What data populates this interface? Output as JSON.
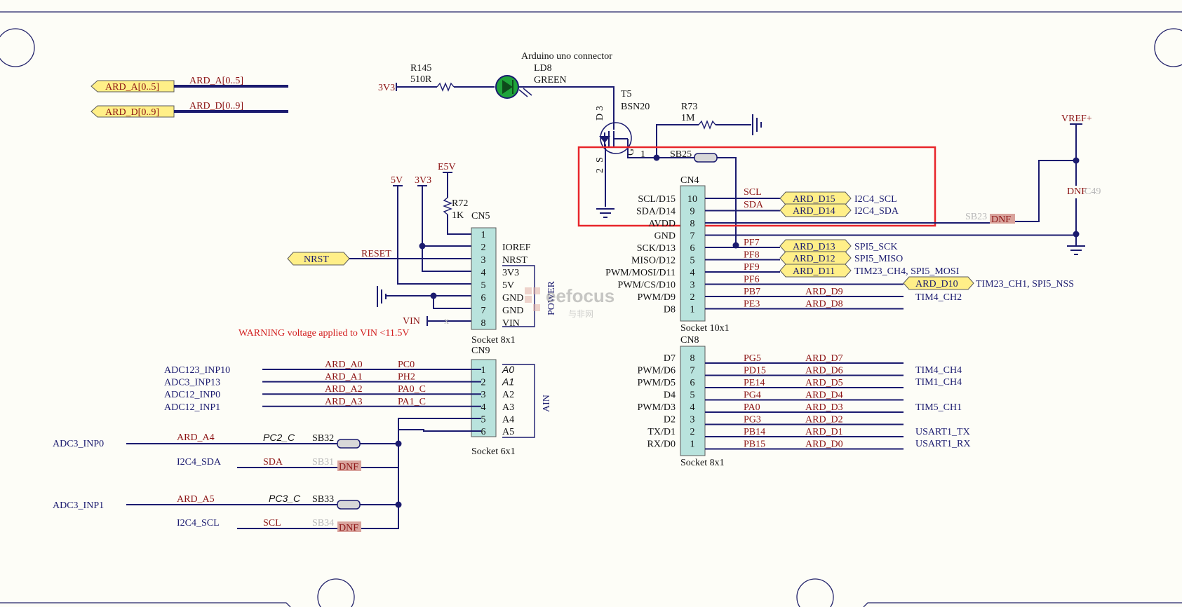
{
  "title": "Arduino uno connector",
  "led": {
    "ref": "LD8",
    "color": "GREEN"
  },
  "r145": {
    "ref": "R145",
    "value": "510R"
  },
  "t5": {
    "ref": "T5",
    "part": "BSN20",
    "pin_d": "D",
    "pin_s": "S",
    "pin_g": "G",
    "n3": "3",
    "n2": "2",
    "n1": "1"
  },
  "r73": {
    "ref": "R73",
    "value": "1M"
  },
  "r72": {
    "ref": "R72",
    "value": "1K"
  },
  "nets": {
    "v3v3": "3V3",
    "v5v": "5V",
    "e5v": "E5V",
    "vin": "VIN",
    "vref": "VREF+",
    "reset": "RESET",
    "scl": "SCL",
    "sda": "SDA",
    "dnf": "DNF",
    "c49": "C49",
    "sb23": "SB23",
    "sb25": "SB25",
    "x": "x"
  },
  "ports": {
    "ard_a": "ARD_A[0..5]",
    "ard_a_net": "ARD_A[0..5]",
    "ard_d": "ARD_D[0..9]",
    "ard_d_net": "ARD_D[0..9]",
    "nrst": "NRST",
    "d15": "ARD_D15",
    "d14": "ARD_D14",
    "d13": "ARD_D13",
    "d12": "ARD_D12",
    "d11": "ARD_D11",
    "d10": "ARD_D10"
  },
  "cn5": {
    "ref": "CN5",
    "desc": "Socket 8x1",
    "group": "POWER",
    "pins": [
      "1",
      "2",
      "3",
      "4",
      "5",
      "6",
      "7",
      "8"
    ],
    "labels": [
      "IOREF",
      "NRST",
      "3V3",
      "5V",
      "GND",
      "GND",
      "VIN"
    ]
  },
  "warning": "WARNING voltage applied to VIN <11.5V",
  "cn9": {
    "ref": "CN9",
    "desc": "Socket 6x1",
    "group": "AIN",
    "pins": [
      "1",
      "2",
      "3",
      "4",
      "5",
      "6"
    ],
    "labels": [
      "A0",
      "A1",
      "A2",
      "A3",
      "A4",
      "A5"
    ],
    "rows": [
      {
        "sig": "ADC123_INP10",
        "net": "ARD_A0",
        "port": "PC0"
      },
      {
        "sig": "ADC3_INP13",
        "net": "ARD_A1",
        "port": "PH2"
      },
      {
        "sig": "ADC12_INP0",
        "net": "ARD_A2",
        "port": "PA0_C"
      },
      {
        "sig": "ADC12_INP1",
        "net": "ARD_A3",
        "port": "PA1_C"
      }
    ]
  },
  "analog_jumpers": [
    {
      "sig": "ADC3_INP0",
      "net": "ARD_A4",
      "pin": "PC2_C",
      "sb": "SB32"
    },
    {
      "sig": "I2C4_SDA",
      "net": "SDA",
      "sb": "SB31",
      "dnf": "DNF"
    },
    {
      "sig": "ADC3_INP1",
      "net": "ARD_A5",
      "pin": "PC3_C",
      "sb": "SB33"
    },
    {
      "sig": "I2C4_SCL",
      "net": "SCL",
      "sb": "SB34",
      "dnf": "DNF"
    }
  ],
  "cn4": {
    "ref": "CN4",
    "desc": "Socket 10x1",
    "pins": [
      "10",
      "9",
      "8",
      "7",
      "6",
      "5",
      "4",
      "3",
      "2",
      "1"
    ],
    "left": [
      "SCL/D15",
      "SDA/D14",
      "AVDD",
      "GND",
      "SCK/D13",
      "MISO/D12",
      "PWM/MOSI/D11",
      "PWM/CS/D10",
      "PWM/D9",
      "D8"
    ],
    "ports": [
      "SCL",
      "SDA",
      "PF7",
      "PF8",
      "PF9",
      "PF6",
      "PB7",
      "PE3"
    ],
    "nets": [
      "ARD_D9",
      "ARD_D8"
    ],
    "funcs": [
      "I2C4_SCL",
      "I2C4_SDA",
      "SPI5_SCK",
      "SPI5_MISO",
      "TIM23_CH4, SPI5_MOSI",
      "TIM23_CH1, SPI5_NSS",
      "TIM4_CH2"
    ]
  },
  "cn8": {
    "ref": "CN8",
    "desc": "Socket 8x1",
    "pins": [
      "8",
      "7",
      "6",
      "5",
      "4",
      "3",
      "2",
      "1"
    ],
    "left": [
      "D7",
      "PWM/D6",
      "PWM/D5",
      "D4",
      "PWM/D3",
      "D2",
      "TX/D1",
      "RX/D0"
    ],
    "ports": [
      "PG5",
      "PD15",
      "PE14",
      "PG4",
      "PA0",
      "PG3",
      "PB14",
      "PB15"
    ],
    "nets": [
      "ARD_D7",
      "ARD_D6",
      "ARD_D5",
      "ARD_D4",
      "ARD_D3",
      "ARD_D2",
      "ARD_D1",
      "ARD_D0"
    ],
    "funcs": [
      "TIM4_CH4",
      "TIM1_CH4",
      "TIM5_CH1",
      "USART1_TX",
      "USART1_RX"
    ]
  },
  "watermark": {
    "brand": "eefocus",
    "sub": "与非网"
  },
  "colors": {
    "wire": "#1b1b6f",
    "net_label": "#8c1414",
    "header": "#b9e3dd",
    "port": "#ffef88",
    "highlight": "#e8262b",
    "led": "#1fa33a"
  }
}
